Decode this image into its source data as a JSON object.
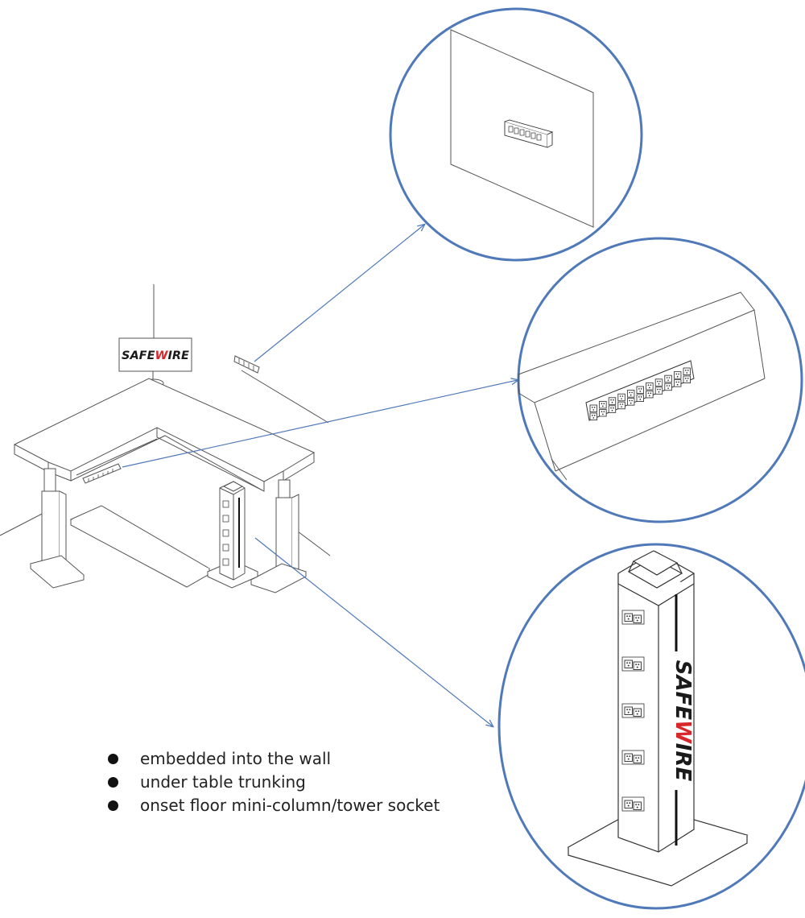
{
  "brand": {
    "name": "SAFEWIRE",
    "part_black": "SAFE",
    "part_red": "W",
    "part_rest": "IRE",
    "colors": {
      "black": "#1a1a1a",
      "red": "#d8262b"
    }
  },
  "callout_color": "#4f79b8",
  "line_color": "#555555",
  "features": [
    {
      "label": "embedded into the wall"
    },
    {
      "label": "under table trunking"
    },
    {
      "label": "onset floor mini-column/tower socket"
    }
  ]
}
